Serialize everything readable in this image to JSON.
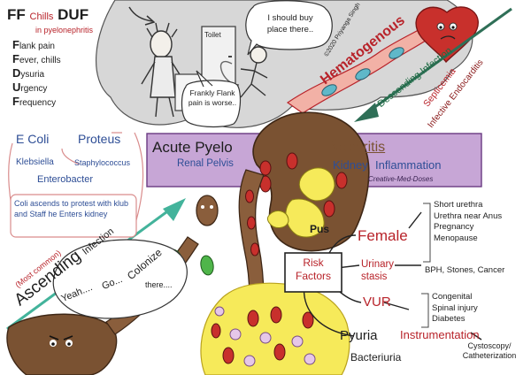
{
  "mnemonic": {
    "title_ff": "FF",
    "title_chills": "Chills",
    "title_duf": "DUF",
    "subtitle": "in pyelonephritis",
    "items": [
      {
        "initial": "F",
        "rest": "lank pain"
      },
      {
        "initial": "F",
        "rest": "ever, chills"
      },
      {
        "initial": "D",
        "rest": "ysuria"
      },
      {
        "initial": "U",
        "rest": "rgency"
      },
      {
        "initial": "F",
        "rest": "requency"
      }
    ]
  },
  "comic": {
    "toilet_sign": "Toilet",
    "speech_1": "I should buy place there..",
    "speech_2": "Frankly Flank pain is worse..",
    "copyright": "©2020 Priyanga Singh"
  },
  "hematogenous": {
    "label": "Hematogenous",
    "descending_infection": "Descending Infection",
    "septicemia": "Septicemia",
    "endocarditis": "Infective Endocarditis"
  },
  "organisms": {
    "e_coli": "E Coli",
    "proteus": "Proteus",
    "klebsiella": "Klebsiella",
    "staphylococcus": "Staphylococcus",
    "enterobacter": "Enterobacter",
    "story": "Coli ascends to protest with klub and Staff he Enters kidney"
  },
  "banner": {
    "acute_pyelo": "Acute Pyelo",
    "nephritis": "Nephritis",
    "renal_pelvis": "Renal Pelvis",
    "kidney": "Kidney",
    "inflammation": "Inflammation",
    "credit": "Creative-Med-Doses"
  },
  "ascending": {
    "most_common": "(Most common)",
    "label": "Ascending",
    "infection": "Infection"
  },
  "bubble": {
    "line1": "Yeah....",
    "line2": "Go...",
    "line3": "Colonize",
    "line4": "there...."
  },
  "kidney_labels": {
    "pus": "Pus",
    "pyuria": "Pyuria",
    "bacteriuria": "Bacteriuria"
  },
  "risk": {
    "box": "Risk Factors",
    "female": "Female",
    "female_items": [
      "Short urethra",
      "Urethra near Anus",
      "Pregnancy",
      "Menopause"
    ],
    "stasis": "Urinary stasis",
    "stasis_items": "BPH, Stones, Cancer",
    "vur": "VUR",
    "vur_items": [
      "Congenital",
      "Spinal injury",
      "Diabetes"
    ],
    "instrumentation": "Instrumentation",
    "instrumentation_items": "Cystoscopy/ Catheterization"
  },
  "colors": {
    "banner_fill": "#c7a6d6",
    "kidney_brown": "#7a5232",
    "urine_yellow": "#f6ea5a",
    "bacteria_red": "#c8302c",
    "ascending_arrow": "#43b39b",
    "descending_arrow": "#2f6f57",
    "comic_grey": "#d7d7d7"
  }
}
